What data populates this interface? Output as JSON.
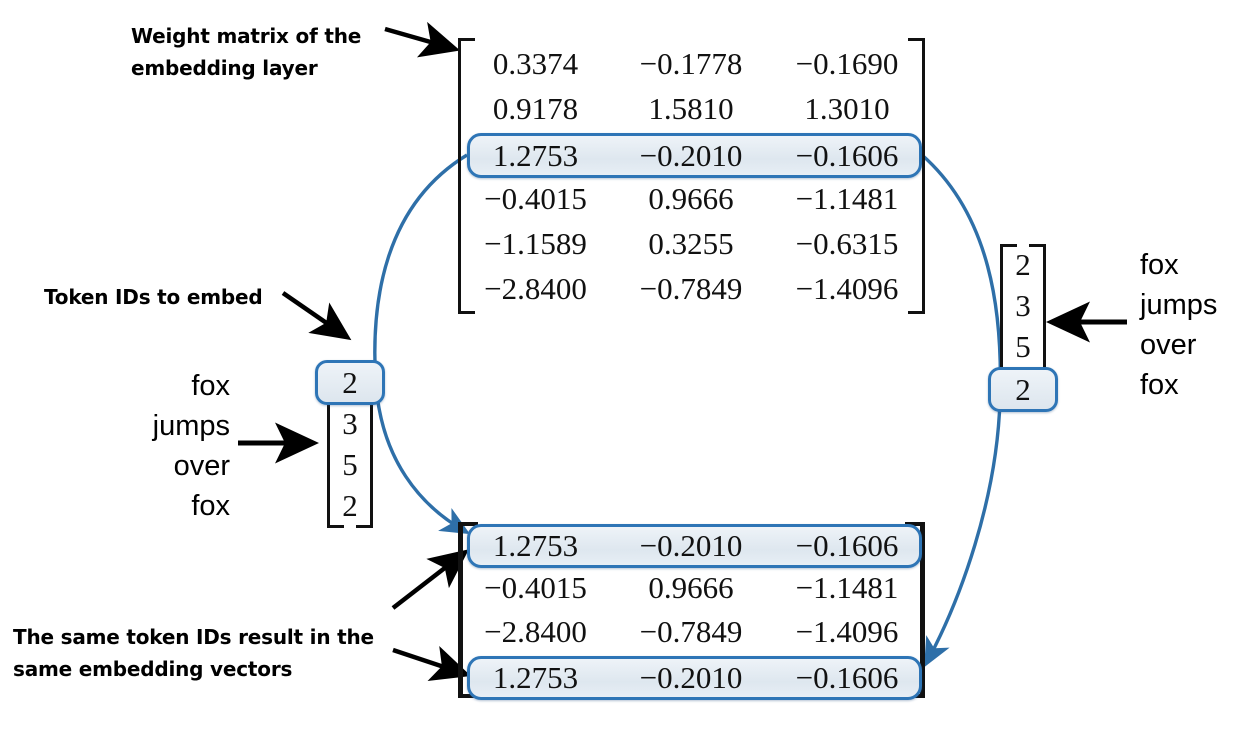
{
  "annotations": {
    "weight_matrix_label": {
      "line1": "Weight matrix of the",
      "line2": "embedding layer"
    },
    "token_ids_label": {
      "line1": "Token IDs to embed"
    },
    "same_ids_label": {
      "line1": "The same token IDs result in the",
      "line2": "same embedding vectors"
    }
  },
  "tokens_left": {
    "words": [
      "fox",
      "jumps",
      "over",
      "fox"
    ],
    "ids": [
      "2",
      "3",
      "5",
      "2"
    ],
    "highlight_index": 0
  },
  "tokens_right": {
    "words": [
      "fox",
      "jumps",
      "over",
      "fox"
    ],
    "ids": [
      "2",
      "3",
      "5",
      "2"
    ],
    "highlight_index": 3
  },
  "weight_matrix": {
    "rows": [
      [
        "0.3374",
        "−0.1778",
        "−0.1690"
      ],
      [
        "0.9178",
        "1.5810",
        "1.3010"
      ],
      [
        "1.2753",
        "−0.2010",
        "−0.1606"
      ],
      [
        "−0.4015",
        "0.9666",
        "−1.1481"
      ],
      [
        "−1.1589",
        "0.3255",
        "−0.6315"
      ],
      [
        "−2.8400",
        "−0.7849",
        "−1.4096"
      ]
    ],
    "highlight_rows": [
      2
    ]
  },
  "embedding_matrix": {
    "rows": [
      [
        "1.2753",
        "−0.2010",
        "−0.1606"
      ],
      [
        "−0.4015",
        "0.9666",
        "−1.1481"
      ],
      [
        "−2.8400",
        "−0.7849",
        "−1.4096"
      ],
      [
        "1.2753",
        "−0.2010",
        "−0.1606"
      ]
    ],
    "highlight_rows": [
      0,
      3
    ]
  },
  "colors": {
    "highlight_border": "#2E75B6",
    "highlight_fill": "#e4ebf3",
    "curve": "#2E75B6",
    "arrow_black": "#000000",
    "text": "#000000"
  }
}
